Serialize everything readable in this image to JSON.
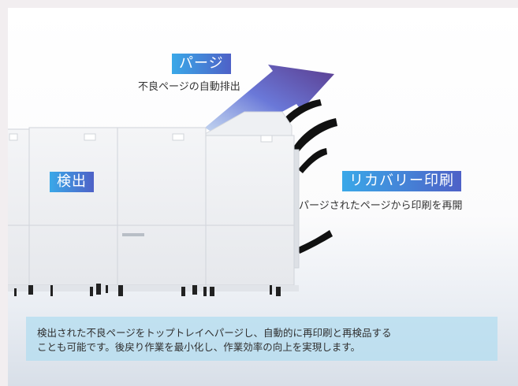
{
  "labels": {
    "purge": {
      "title": "パージ",
      "caption": "不良ページの自動排出"
    },
    "detect": {
      "title": "検出"
    },
    "recovery": {
      "title": "リカバリー印刷",
      "caption": "パージされたページから印刷を再開"
    }
  },
  "info": {
    "line1": "検出された不良ページをトップトレイへパージし、自動的に再印刷と再検品する",
    "line2": "ことも可能です。後戻り作業を最小化し、作業効率の向上を実現します。"
  },
  "colors": {
    "tag_gradient_start": "#3aa8e8",
    "tag_gradient_end": "#4e61c7",
    "info_box": "#b2dcf0"
  }
}
